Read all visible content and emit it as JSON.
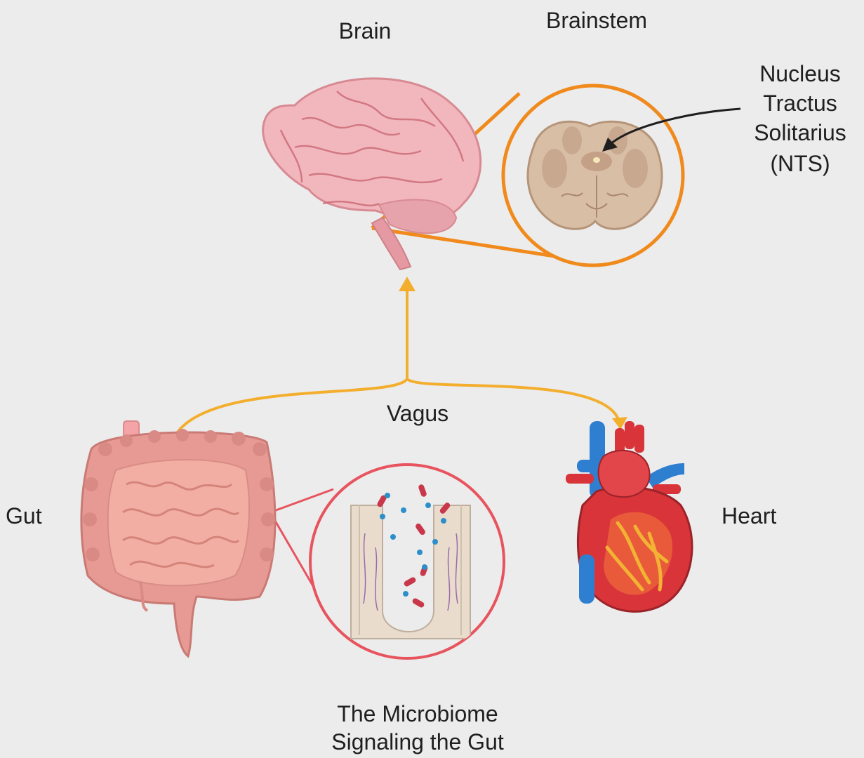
{
  "labels": {
    "brain": "Brain",
    "brainstem": "Brainstem",
    "nts_line1": "Nucleus",
    "nts_line2": "Tractus",
    "nts_line3": "Solitarius",
    "nts_line4": "(NTS)",
    "vagus": "Vagus",
    "gut": "Gut",
    "heart": "Heart",
    "microbiome_line1": "The Microbiome",
    "microbiome_line2": "Signaling the Gut"
  },
  "colors": {
    "background": "#ececed",
    "vagus_arrow": "#f3ae2e",
    "brainstem_zoom_circle": "#f08a1c",
    "gut_zoom_circle": "#e8545e",
    "brain_fill": "#f2b7bd",
    "gut_fill": "#e79a93",
    "heart_red": "#d8343a",
    "heart_blue": "#2f7fd1",
    "heart_yellow": "#f2b233"
  },
  "icons": [
    "brain-icon",
    "brainstem-section-icon",
    "gut-icon",
    "microbiome-villus-icon",
    "heart-icon"
  ]
}
